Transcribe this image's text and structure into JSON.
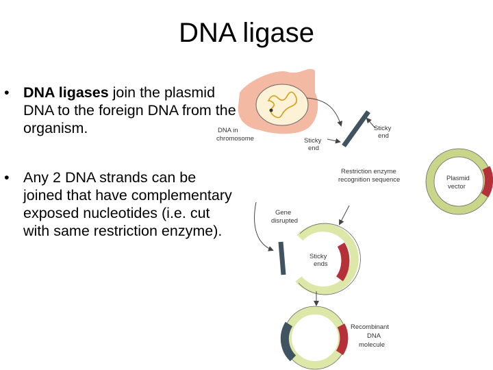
{
  "slide": {
    "title": "DNA ligase",
    "bullets": [
      {
        "bold": "DNA ligases",
        "text": " join the plasmid DNA to the foreign DNA from the organism."
      },
      {
        "bold": "",
        "text": "Any 2 DNA strands can be joined that have complementary exposed nucleotides (i.e. cut with same restriction enzyme)."
      }
    ]
  },
  "figure": {
    "labels": {
      "dna_in_chromosome_1": "DNA in",
      "dna_in_chromosome_2": "chromosome",
      "sticky_end_left_1": "Sticky",
      "sticky_end_left_2": "end",
      "sticky_end_right_1": "Sticky",
      "sticky_end_right_2": "end",
      "restriction_1": "Restriction enzyme",
      "restriction_2": "recognition sequence",
      "plasmid_1": "Plasmid",
      "plasmid_2": "vector",
      "gene_1": "Gene",
      "gene_2": "disrupted",
      "sticky_ends_1": "Sticky",
      "sticky_ends_2": "ends",
      "recombinant_1": "Recombinant",
      "recombinant_2": "DNA",
      "recombinant_3": "molecule"
    },
    "colors": {
      "cell": "#f4b9a3",
      "nucleus": "#fdf1d6",
      "plasmid": "#dde7a8",
      "insert": "#b5313a",
      "foreign_dna": "#3f5360"
    }
  }
}
